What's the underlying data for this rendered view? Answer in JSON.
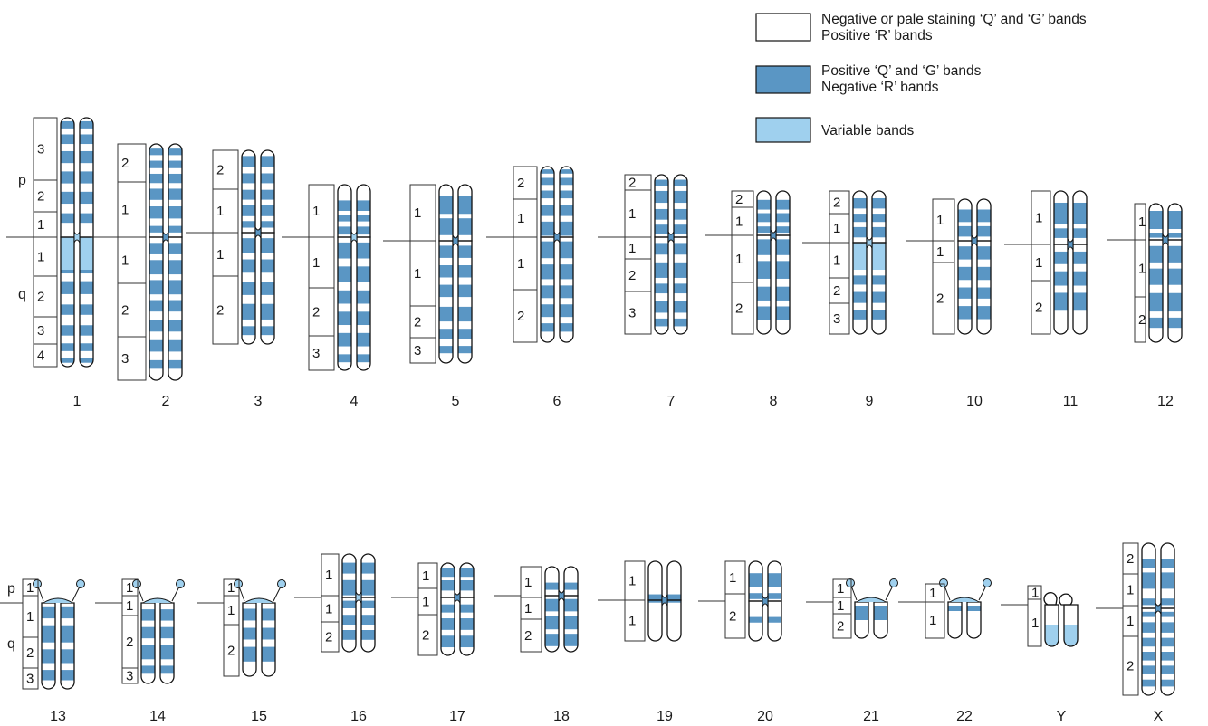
{
  "colors": {
    "negative": "#ffffff",
    "positive": "#5a96c4",
    "variable": "#9fd0ee",
    "outline": "#111111"
  },
  "legend": {
    "negative": {
      "line1": "Negative or pale staining ‘Q’ and ‘G’ bands",
      "line2": "Positive ‘R’ bands"
    },
    "positive": {
      "line1": "Positive ‘Q’ and ‘G’ bands",
      "line2": "Negative ‘R’ bands"
    },
    "variable": {
      "line1": "Variable bands"
    }
  },
  "arm_labels": {
    "p": "p",
    "q": "q"
  },
  "chromosomes": [
    {
      "name": "1",
      "p_regions": [
        "3",
        "2",
        "1"
      ],
      "q_regions": [
        "1",
        "2",
        "3",
        "4"
      ],
      "heterochromatin": "variable"
    },
    {
      "name": "2",
      "p_regions": [
        "2",
        "1"
      ],
      "q_regions": [
        "1",
        "2",
        "3"
      ]
    },
    {
      "name": "3",
      "p_regions": [
        "2",
        "1"
      ],
      "q_regions": [
        "1",
        "2"
      ]
    },
    {
      "name": "4",
      "p_regions": [
        "1"
      ],
      "q_regions": [
        "1",
        "2",
        "3"
      ]
    },
    {
      "name": "5",
      "p_regions": [
        "1"
      ],
      "q_regions": [
        "1",
        "2",
        "3"
      ]
    },
    {
      "name": "6",
      "p_regions": [
        "2",
        "1"
      ],
      "q_regions": [
        "1",
        "2"
      ]
    },
    {
      "name": "7",
      "p_regions": [
        "2",
        "1"
      ],
      "q_regions": [
        "1",
        "2",
        "3"
      ]
    },
    {
      "name": "8",
      "p_regions": [
        "2",
        "1"
      ],
      "q_regions": [
        "1",
        "2"
      ]
    },
    {
      "name": "9",
      "p_regions": [
        "2",
        "1"
      ],
      "q_regions": [
        "1",
        "2",
        "3"
      ],
      "heterochromatin": "variable"
    },
    {
      "name": "10",
      "p_regions": [
        "1"
      ],
      "q_regions": [
        "1",
        "2"
      ]
    },
    {
      "name": "11",
      "p_regions": [
        "1"
      ],
      "q_regions": [
        "1",
        "2"
      ]
    },
    {
      "name": "12",
      "p_regions": [
        "1"
      ],
      "q_regions": [
        "1",
        "2"
      ]
    },
    {
      "name": "13",
      "p_regions": [
        "1"
      ],
      "q_regions": [
        "1",
        "2",
        "3"
      ],
      "satellites": true
    },
    {
      "name": "14",
      "p_regions": [
        "1"
      ],
      "q_regions": [
        "1",
        "2",
        "3"
      ],
      "satellites": true
    },
    {
      "name": "15",
      "p_regions": [
        "1"
      ],
      "q_regions": [
        "1",
        "2"
      ],
      "satellites": true
    },
    {
      "name": "16",
      "p_regions": [
        "1"
      ],
      "q_regions": [
        "1",
        "2"
      ],
      "heterochromatin": "variable"
    },
    {
      "name": "17",
      "p_regions": [
        "1"
      ],
      "q_regions": [
        "1",
        "2"
      ]
    },
    {
      "name": "18",
      "p_regions": [
        "1"
      ],
      "q_regions": [
        "1",
        "2"
      ]
    },
    {
      "name": "19",
      "p_regions": [
        "1"
      ],
      "q_regions": [
        "1"
      ]
    },
    {
      "name": "20",
      "p_regions": [
        "1"
      ],
      "q_regions": [
        "2"
      ]
    },
    {
      "name": "21",
      "p_regions": [
        "1"
      ],
      "q_regions": [
        "1",
        "2"
      ],
      "satellites": true
    },
    {
      "name": "22",
      "p_regions": [
        "1"
      ],
      "q_regions": [
        "1"
      ],
      "satellites": true
    },
    {
      "name": "Y",
      "p_regions": [
        "1"
      ],
      "q_regions": [
        "1"
      ],
      "heterochromatin": "variable"
    },
    {
      "name": "X",
      "p_regions": [
        "2",
        "1"
      ],
      "q_regions": [
        "1",
        "2"
      ]
    }
  ]
}
